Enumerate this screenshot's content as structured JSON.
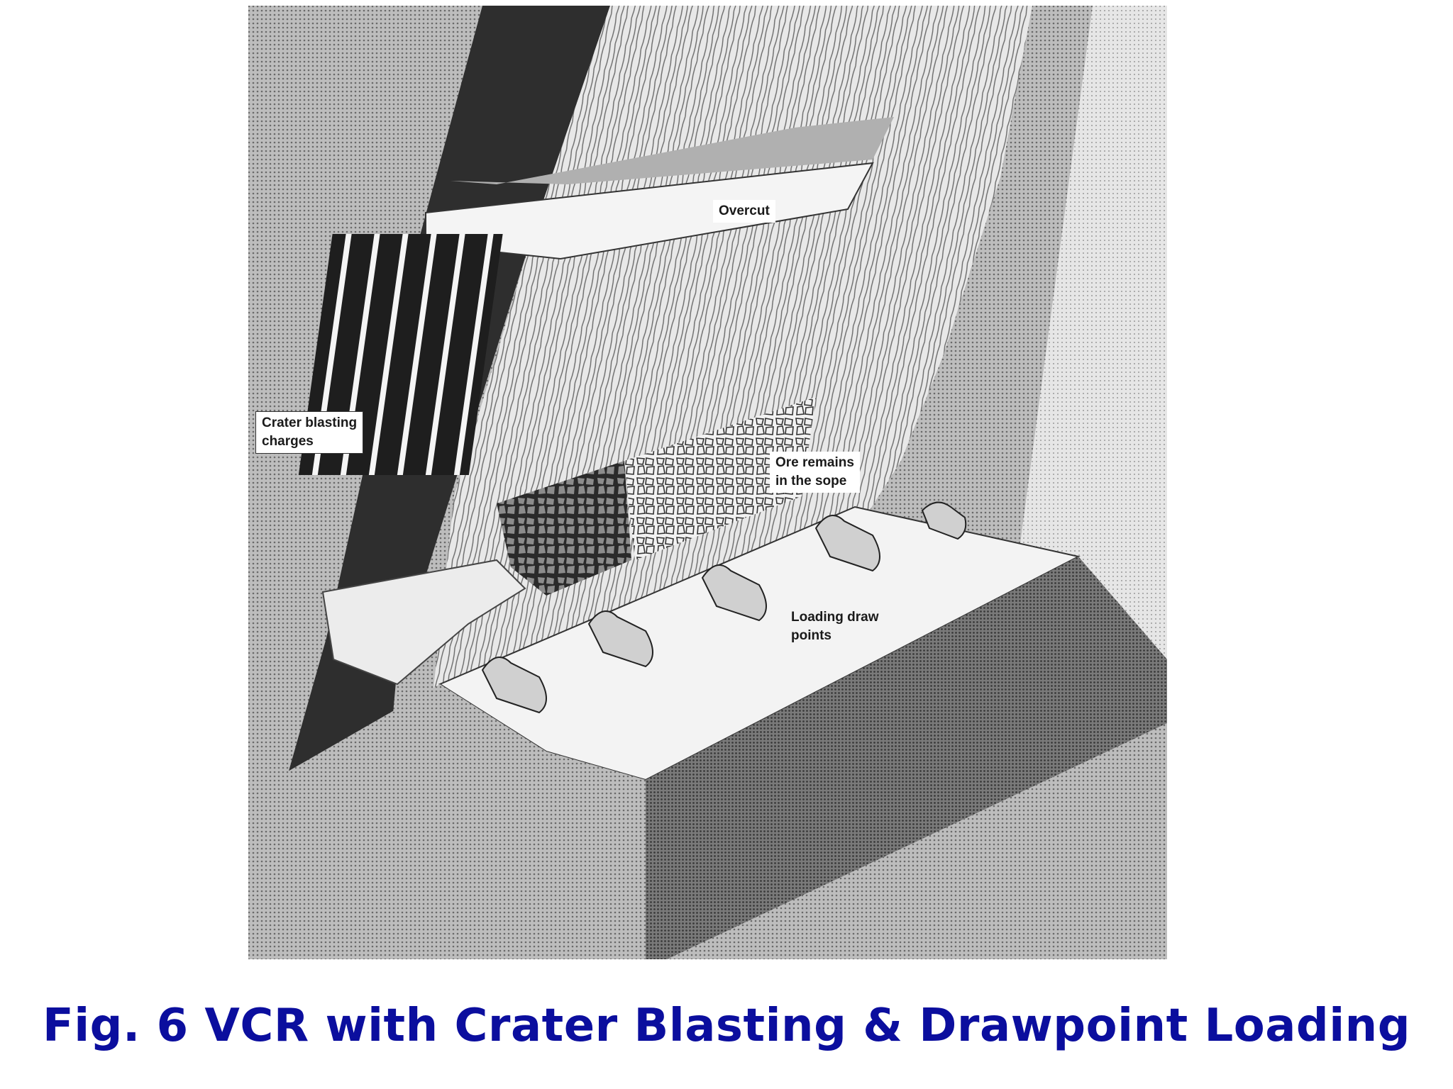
{
  "figure": {
    "labels": {
      "overcut": "Overcut",
      "crater_charges": "Crater blasting\ncharges",
      "ore_remains": "Ore remains\nin the sope",
      "loading_points": "Loading draw\npoints"
    },
    "caption": "Fig. 6 VCR with Crater Blasting & Drawpoint Loading"
  },
  "colors": {
    "caption": "#0b0e9e",
    "dark_rock": "#3a3a3a",
    "medium_rock": "#8a8a8a",
    "light_rock": "#d9d9d9",
    "floor": "#f0f0f0"
  }
}
